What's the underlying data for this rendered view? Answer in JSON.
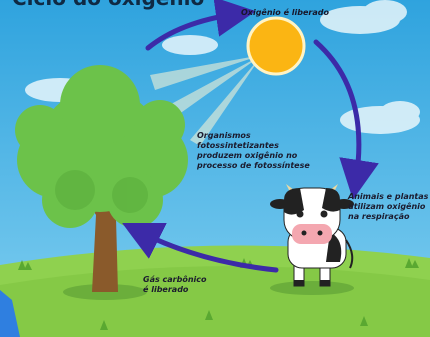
{
  "title": "Ciclo do oxigênio",
  "labels": {
    "oxygen_released": "Oxigênio é liberado",
    "photosynthesis": "Organismos\nfotossintetizantes\nproduzem oxigênio no\nprocesso de fotossíntese",
    "respiration": "Animais e plantas\nutilizam oxigênio\nna respiração",
    "co2_released": "Gás carbônico\né liberado"
  },
  "colors": {
    "sky": "#49b4e6",
    "grass": "#8fd14f",
    "arrow": "#3c2aa8",
    "sun": "#fbb513",
    "tree_leaves": "#6cc24a",
    "trunk": "#8a5a2b"
  }
}
